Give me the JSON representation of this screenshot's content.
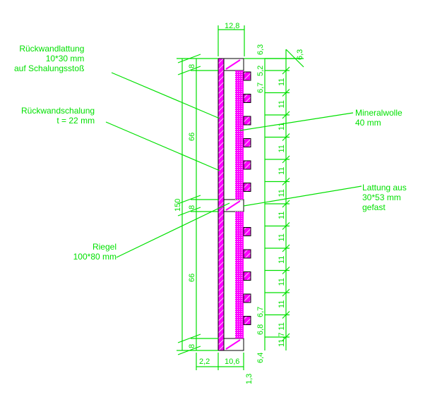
{
  "labels": {
    "rueckwandlattung": [
      "Rückwandlattung",
      "10*30 mm",
      "auf Schalungsstoß"
    ],
    "rueckwandschalung": [
      "Rückwandschalung",
      "t = 22 mm"
    ],
    "mineralwolle": [
      "Mineralwolle",
      "40 mm"
    ],
    "lattung": [
      "Lattung aus",
      "30*53 mm",
      "gefast"
    ],
    "riegel": [
      "Riegel",
      "100*80 mm"
    ]
  },
  "dimensions": {
    "top_width": "12,8",
    "top_right_a": "6,3",
    "top_right_b": "6,3",
    "right_top_1": "5,2",
    "right_top_2": "6,7",
    "spacing": "11",
    "right_bottom_1": "6,7",
    "right_bottom_2": "6,8",
    "right_bottom_3": "11,7",
    "bottom_right": "6,4",
    "total_height": "150",
    "riegel_height": "8",
    "field_height": "66",
    "bottom_left": "2,2",
    "bottom_mid": "10,6",
    "bottom_small": "1,3"
  },
  "colors": {
    "dim": "#00e000",
    "material": "#ff00ff",
    "outline": "#000000"
  }
}
